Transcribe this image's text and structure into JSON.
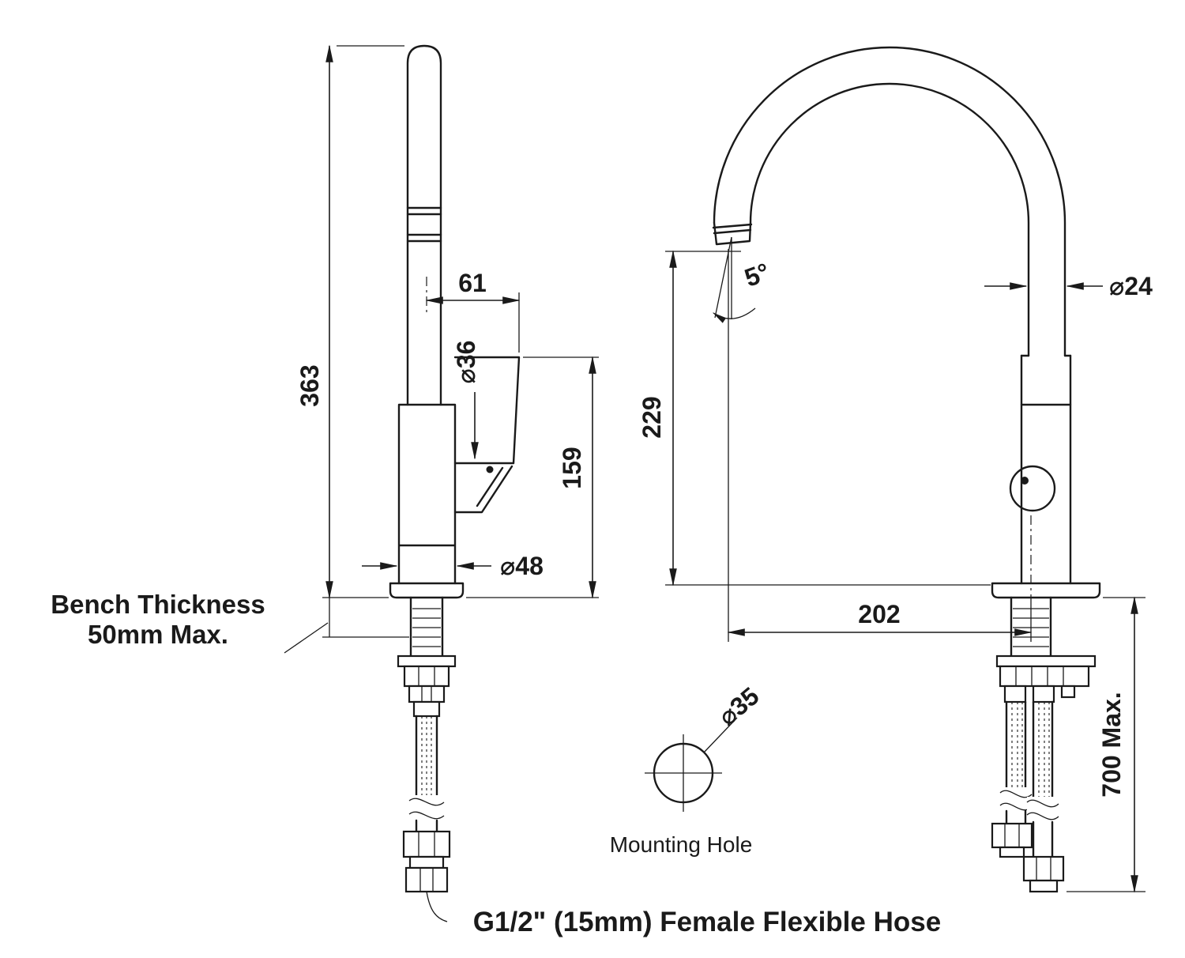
{
  "drawing": {
    "side_view": {
      "overall_height": "363",
      "handle_offset": "61",
      "handle_diameter": "⌀36",
      "handle_height": "159",
      "body_diameter": "⌀48",
      "bench_note_line1": "Bench Thickness",
      "bench_note_line2": "50mm Max."
    },
    "front_view": {
      "spout_clearance": "229",
      "swivel_angle": "5°",
      "spout_diameter": "⌀24",
      "spout_reach": "202",
      "hose_length": "700 Max."
    },
    "mounting": {
      "hole_diameter": "⌀35",
      "hole_label": "Mounting Hole"
    },
    "hose_note": "G1/2\" (15mm) Female Flexible Hose"
  },
  "colors": {
    "line": "#1a1a1a",
    "background": "#ffffff"
  }
}
